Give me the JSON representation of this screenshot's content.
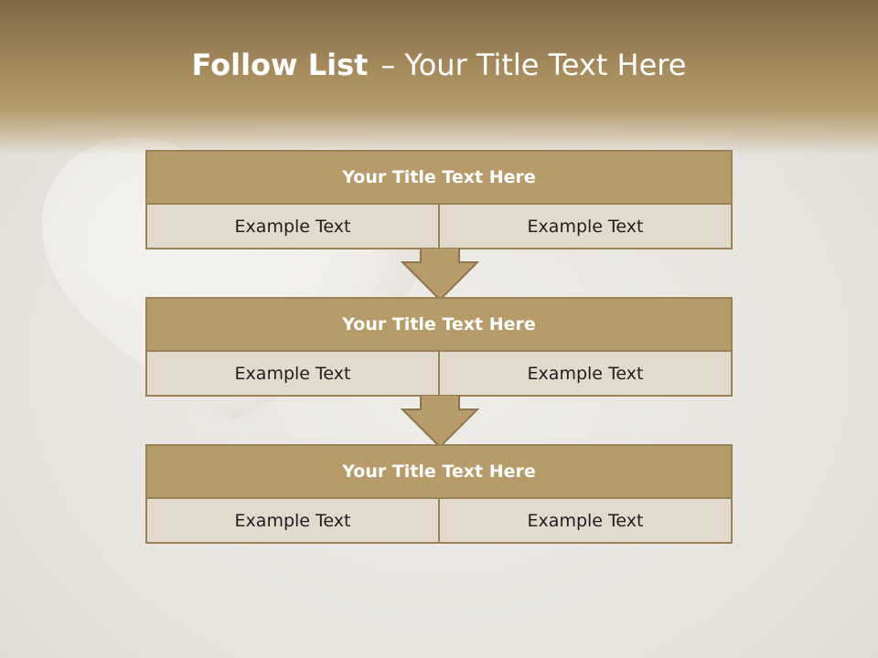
{
  "slide": {
    "title_bold": "Follow List",
    "title_separator": "–",
    "title_rest": "Your Title Text Here"
  },
  "steps": [
    {
      "title": "Your Title Text Here",
      "left": "Example Text",
      "right": "Example Text"
    },
    {
      "title": "Your Title Text Here",
      "left": "Example Text",
      "right": "Example Text"
    },
    {
      "title": "Your Title Text Here",
      "left": "Example Text",
      "right": "Example Text"
    }
  ],
  "colors": {
    "header_band": "#a68b5d",
    "box_title_fill": "#b89b6a",
    "box_cell_fill": "#e2dacd",
    "border": "#9c8257",
    "arrow_fill": "#b89b6a"
  },
  "icons": {
    "connector": "down-arrow-icon",
    "background": "heart-shape"
  }
}
